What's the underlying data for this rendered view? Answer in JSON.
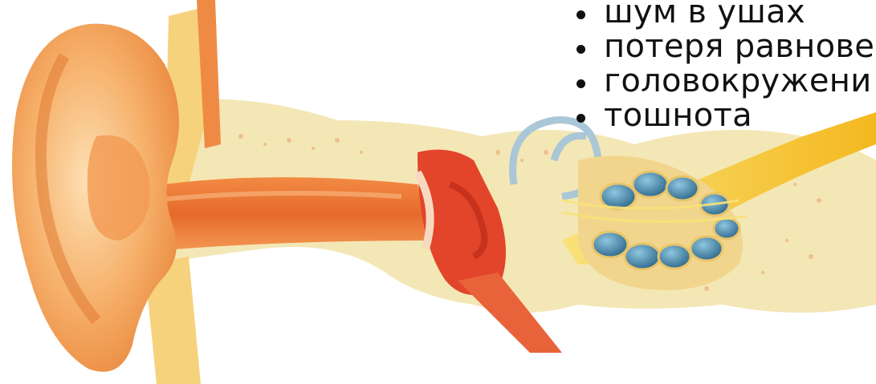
{
  "symptoms": [
    "шум в ушах",
    "потеря равнове",
    "головокружени",
    "тошнота"
  ],
  "colors": {
    "skin": "#f3a25a",
    "skin_light": "#fcd9a6",
    "bone": "#f4e7b6",
    "canal": "#e86b2b",
    "middle_ear": "#e2452a",
    "nerve": "#f7d13a",
    "cochlea_fluid": "#3f7fa3",
    "text": "#111111"
  }
}
